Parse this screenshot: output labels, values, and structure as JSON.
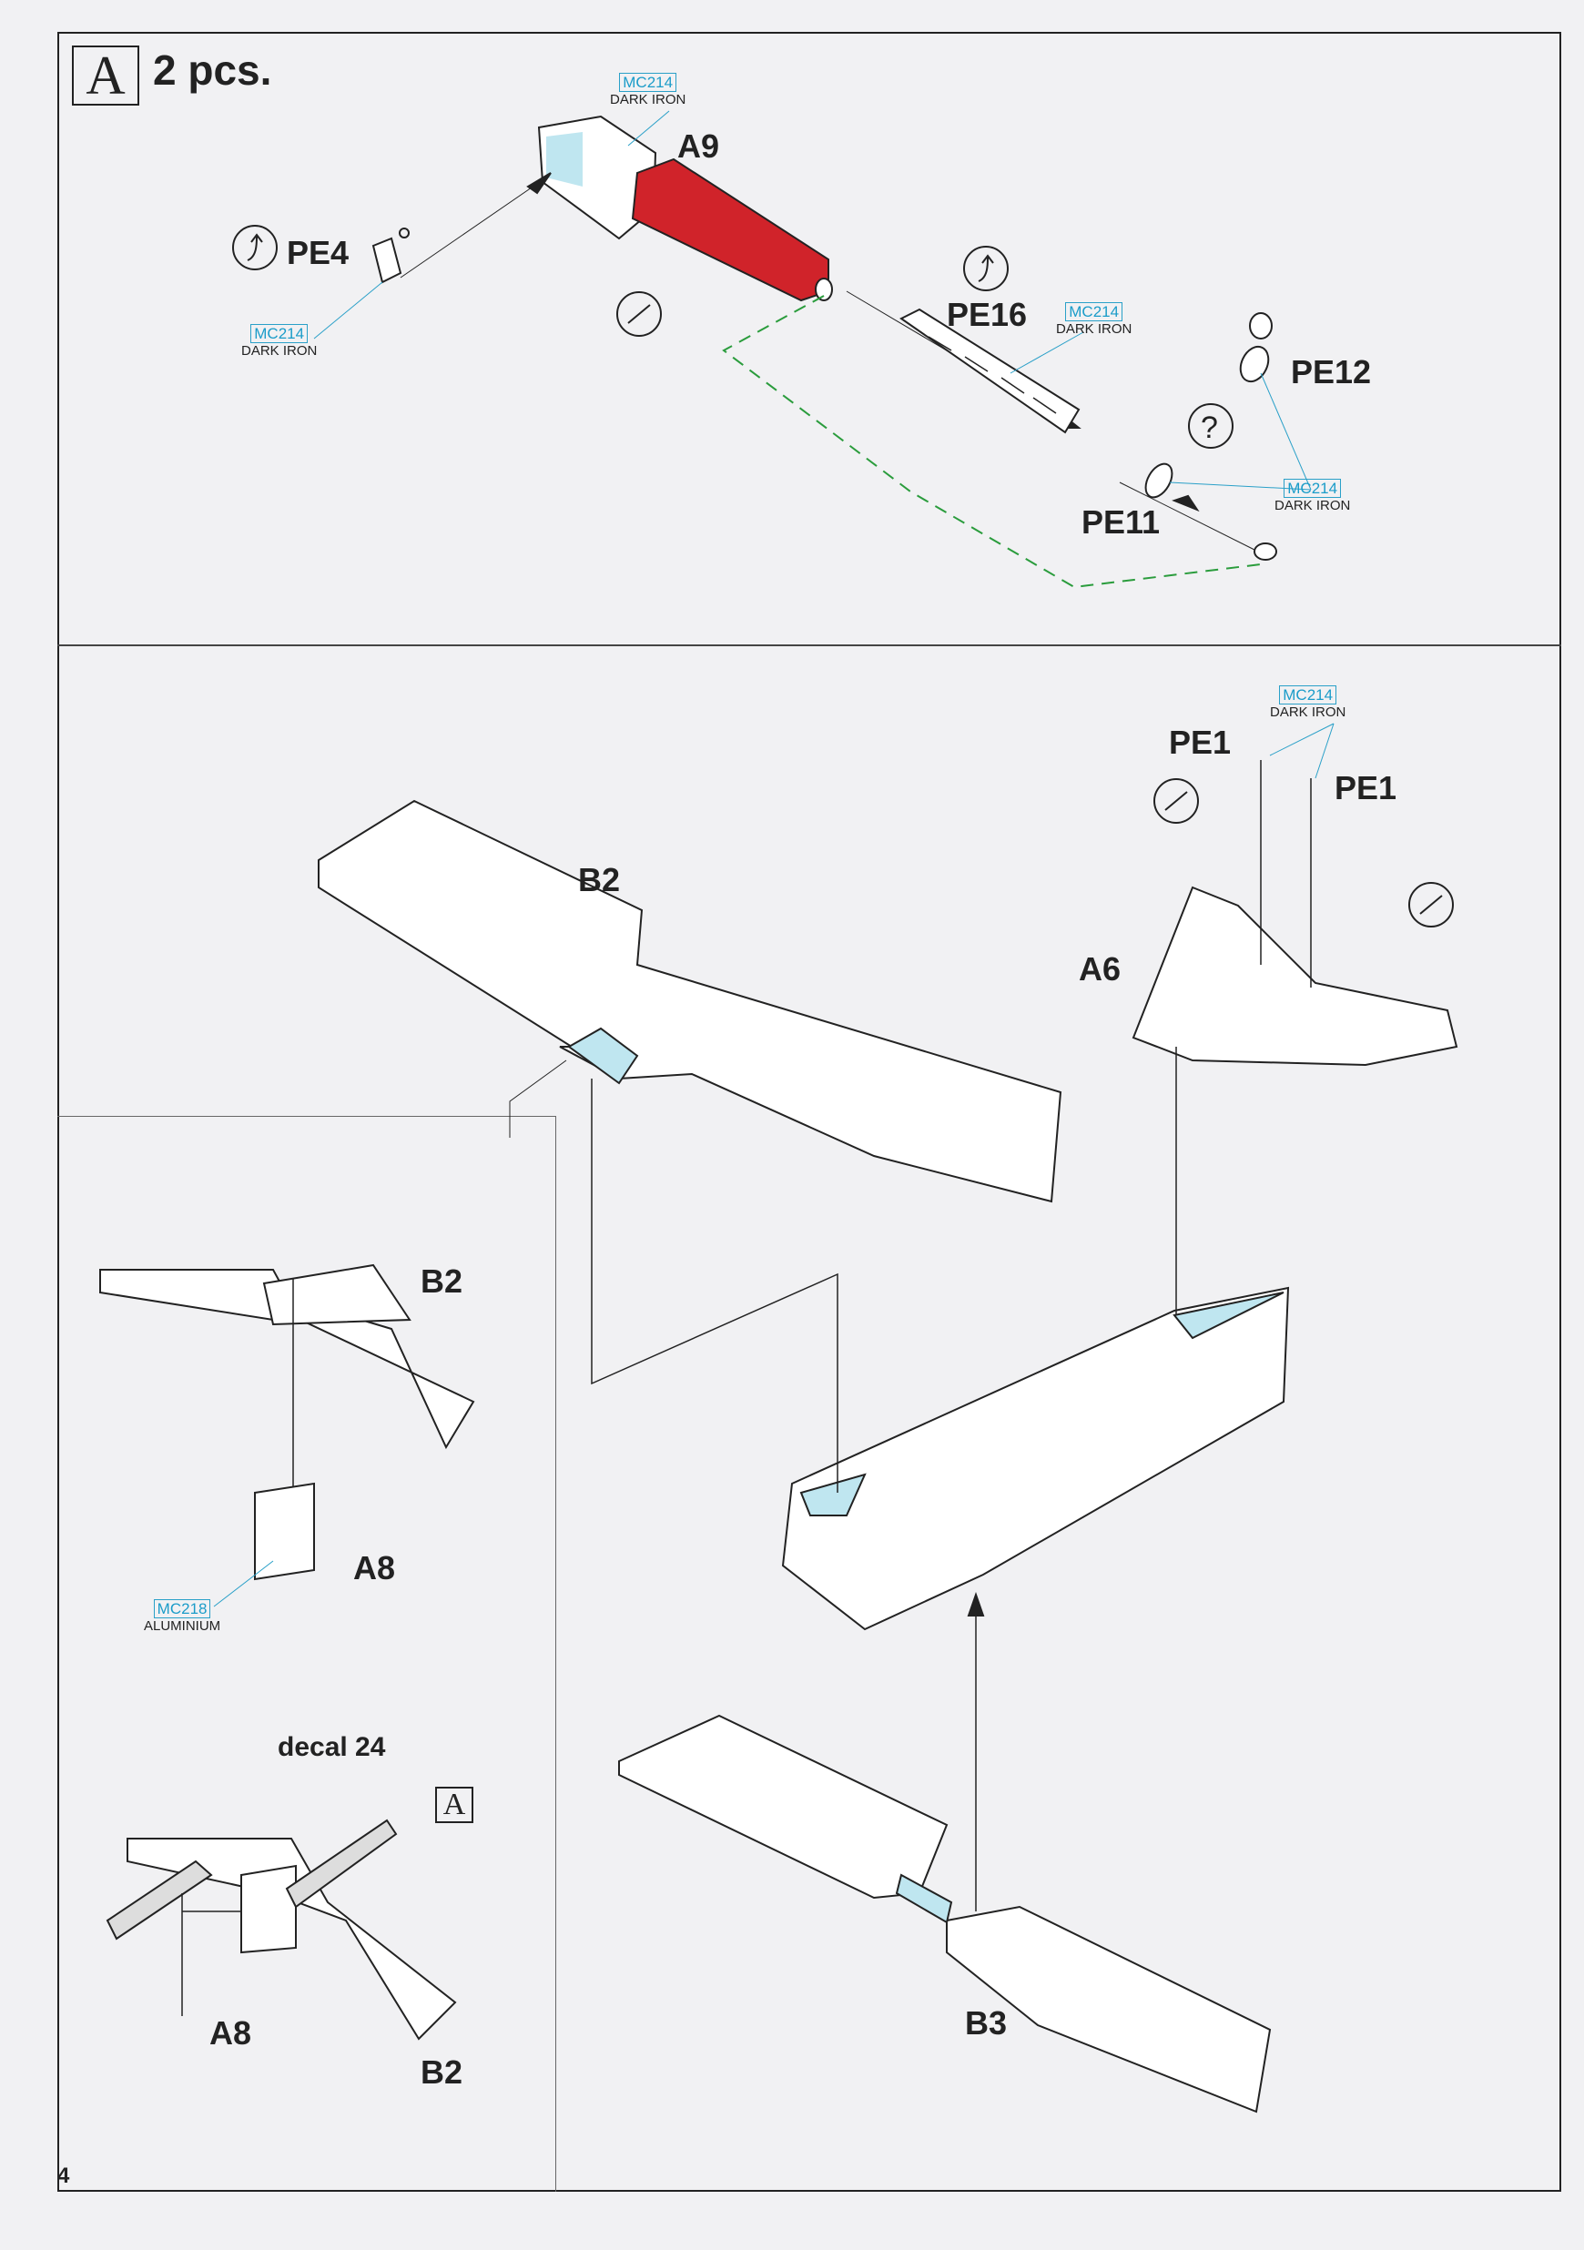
{
  "step": {
    "letter": "A",
    "quantity": "2 pcs."
  },
  "colors": {
    "accent_cyan": "#1b9cc9",
    "barrel_red": "#d0232a",
    "guide_green": "#2a9c3c",
    "part_blue": "#bfe6f0"
  },
  "sub_assembly": {
    "parts": {
      "a9": "A9",
      "pe4": "PE4",
      "pe16": "PE16",
      "pe12": "PE12",
      "pe11": "PE11"
    },
    "paints": [
      {
        "code": "MC214",
        "name": "DARK IRON"
      },
      {
        "code": "MC214",
        "name": "DARK IRON"
      },
      {
        "code": "MC214",
        "name": "DARK IRON"
      },
      {
        "code": "MC214",
        "name": "DARK IRON"
      }
    ],
    "icons": [
      "bend-icon",
      "bend-icon",
      "knife-cut-icon",
      "question-icon"
    ],
    "question_mark": "?"
  },
  "main_assembly": {
    "parts": {
      "pe1_a": "PE1",
      "pe1_b": "PE1",
      "b2_top": "B2",
      "a6": "A6",
      "b2_mid": "B2",
      "a8_mid": "A8",
      "decal": "decal 24",
      "a8_bottom": "A8",
      "b2_bottom": "B2",
      "b3": "B3"
    },
    "paints": [
      {
        "code": "MC214",
        "name": "DARK IRON"
      },
      {
        "code": "MC218",
        "name": "ALUMINIUM"
      }
    ],
    "sub_ref": "A"
  },
  "page_number": "4"
}
